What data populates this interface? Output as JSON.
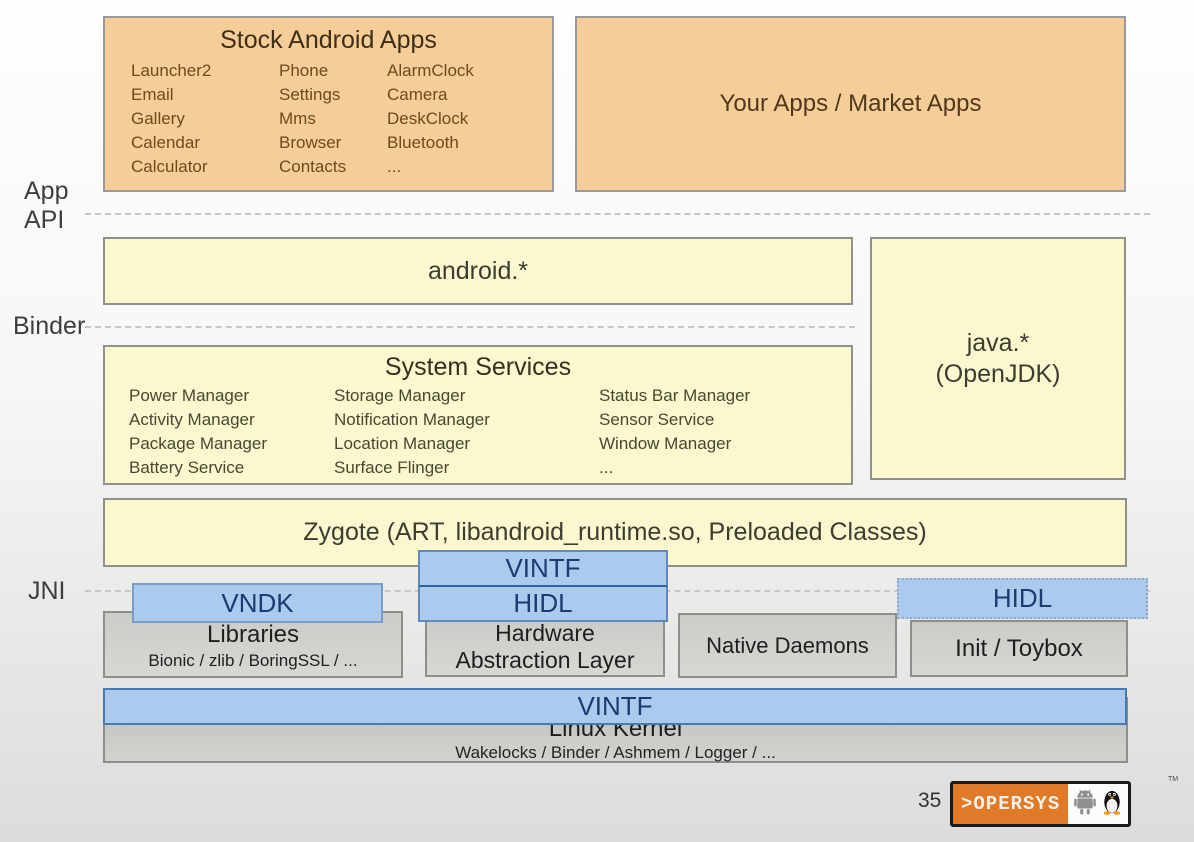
{
  "slide": {
    "side_labels": {
      "app": "App",
      "api": "API",
      "binder": "Binder",
      "jni": "JNI"
    },
    "app_layer": {
      "stock_apps": {
        "title": "Stock Android Apps",
        "columns": [
          [
            "Launcher2",
            "Email",
            "Gallery",
            "Calendar",
            "Calculator"
          ],
          [
            "Phone",
            "Settings",
            "Mms",
            "Browser",
            "Contacts"
          ],
          [
            "AlarmClock",
            "Camera",
            "DeskClock",
            "Bluetooth",
            "..."
          ]
        ]
      },
      "your_apps": {
        "title": "Your Apps / Market Apps"
      }
    },
    "framework_layer": {
      "android_api": "android.*",
      "java": {
        "line1": "java.*",
        "line2": "(OpenJDK)"
      },
      "system_services": {
        "title": "System Services",
        "columns": [
          [
            "Power Manager",
            "Activity Manager",
            "Package Manager",
            "Battery Service"
          ],
          [
            "Storage Manager",
            "Notification Manager",
            "Location Manager",
            "Surface Flinger"
          ],
          [
            "Status Bar Manager",
            "Sensor Service",
            "Window Manager",
            "..."
          ]
        ]
      },
      "zygote": "Zygote (ART, libandroid_runtime.so, Preloaded Classes)"
    },
    "native_layer": {
      "vintf_mid": "VINTF",
      "hidl_mid": "HIDL",
      "vndk": "VNDK",
      "hidl_right": "HIDL",
      "libraries": {
        "title": "Libraries",
        "subtitle": "Bionic / zlib / BoringSSL / ..."
      },
      "hal": {
        "line1": "Hardware",
        "line2": "Abstraction Layer"
      },
      "native_daemons": "Native Daemons",
      "init_toybox": "Init / Toybox"
    },
    "kernel_layer": {
      "vintf_bottom": "VINTF",
      "kernel": {
        "title": "Linux Kernel",
        "subtitle": "Wakelocks / Binder / Ashmem / Logger / ..."
      }
    },
    "footer": {
      "page_number": "35",
      "logo_text": ">OPERSYS",
      "trademark": "TM",
      "icons": [
        "android-robot-icon",
        "tux-penguin-icon"
      ]
    },
    "colors": {
      "app_box_fill": "#f4cd99",
      "api_box_fill": "#fbf8d0",
      "interface_box_fill": "#abcaee",
      "native_box_fill": "#d3d3d0",
      "logo_orange": "#e07a28"
    }
  }
}
